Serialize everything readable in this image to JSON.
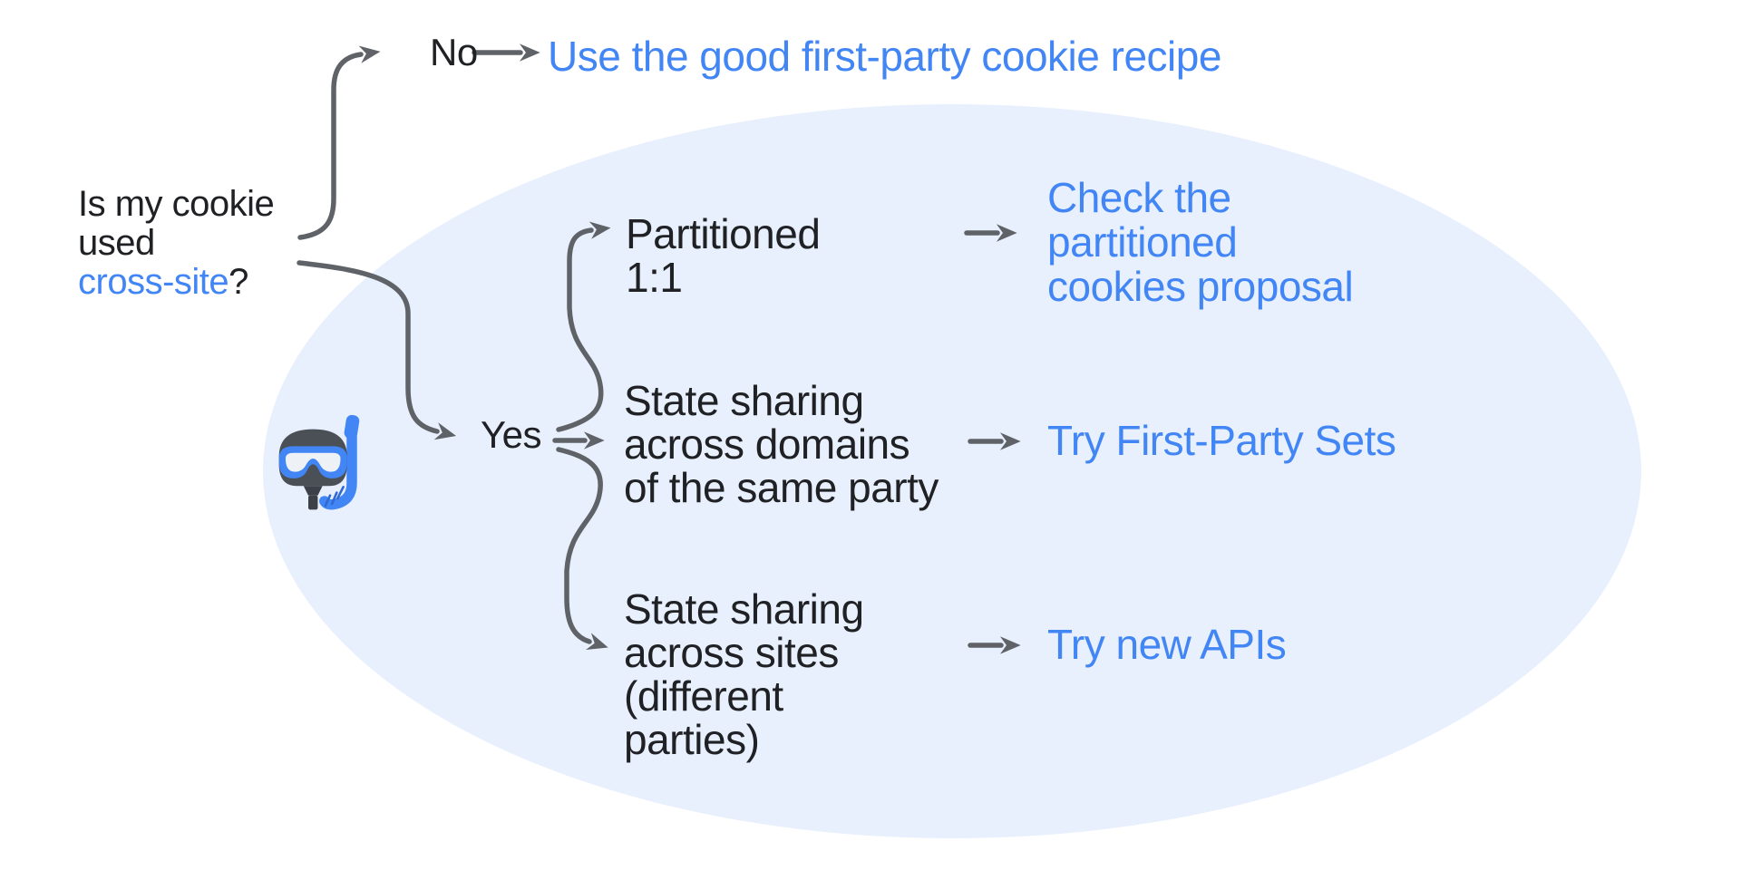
{
  "palette": {
    "background": "#ffffff",
    "text_dark": "#202124",
    "link_blue": "#4285f4",
    "arrow_gray": "#5f6368",
    "ellipse_fill": "#e8f0fe"
  },
  "question": {
    "line1": "Is my cookie",
    "line2": "used",
    "cross_site": "cross-site",
    "question_mark": "?"
  },
  "no_branch": {
    "label": "No",
    "action": "Use the good first-party cookie recipe"
  },
  "yes_branch": {
    "label": "Yes",
    "options": [
      {
        "condition": "Partitioned\n1:1",
        "action": "Check the\npartitioned\ncookies proposal"
      },
      {
        "condition": "State sharing\nacross domains\nof the same party",
        "action": "Try First-Party Sets"
      },
      {
        "condition": "State sharing\nacross sites\n(different\nparties)",
        "action": "Try new APIs"
      }
    ]
  },
  "icons": {
    "diving_mask": "diving-mask-emoji"
  }
}
